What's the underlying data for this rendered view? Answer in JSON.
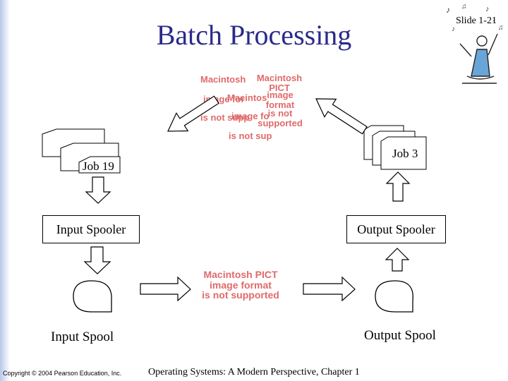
{
  "slide": {
    "title": "Batch Processing",
    "slide_number": "Slide 1-21"
  },
  "placeholders": {
    "top_image_lines": [
      "Macintosh",
      "image for",
      "Macintos",
      "is not supp",
      "image fo",
      "is not sup",
      "Macintosh PICT",
      "image format",
      "is not supported"
    ],
    "center_image_lines": [
      "Macintosh PICT",
      "image format",
      "is not supported"
    ]
  },
  "diagram": {
    "job_left": "Job 19",
    "job_right": "Job 3",
    "input_spooler": "Input Spooler",
    "output_spooler": "Output Spooler",
    "input_spool": "Input Spool",
    "output_spool": "Output Spool"
  },
  "footer": {
    "copyright": "Copyright © 2004 Pearson Education, Inc.",
    "course": "Operating Systems: A Modern Perspective, Chapter 1"
  }
}
